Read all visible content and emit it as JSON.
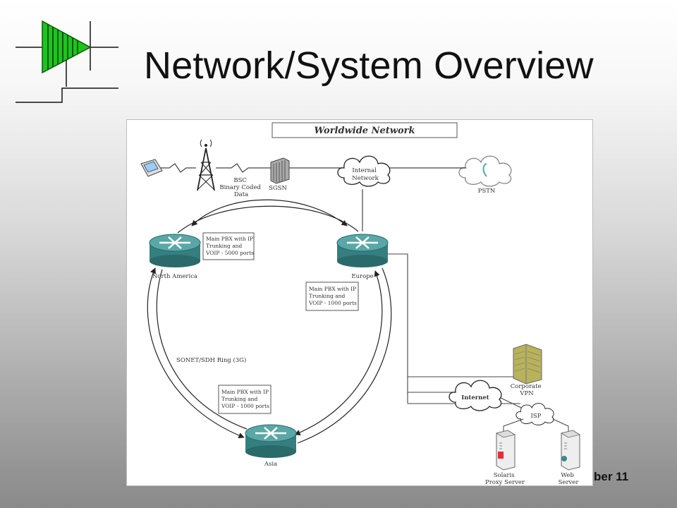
{
  "slide": {
    "title": "Network/System Overview",
    "footer_fragment": "ber 11"
  },
  "diagram": {
    "heading": "Worldwide Network",
    "nodes": {
      "bsc": [
        "BSC",
        "Binary Coded",
        "Data"
      ],
      "sgsn": "SGSN",
      "internal_network": [
        "Internal",
        "Network"
      ],
      "pstn": "PSTN",
      "north_america": "North America",
      "europe": "Europe",
      "asia": "Asia",
      "corporate_vpn": [
        "Corporate",
        "VPN"
      ],
      "internet": "Internet",
      "isp": "ISP",
      "solaris": [
        "Solaris",
        "Proxy Server"
      ],
      "web_server": [
        "Web",
        "Server"
      ]
    },
    "pbx_notes": {
      "north_america": [
        "Main PBX with IP",
        "Trunking and",
        "VOIP - 5000 ports"
      ],
      "europe": [
        "Main PBX with IP",
        "Trunking and",
        "VOIP - 1000 ports"
      ],
      "asia": [
        "Main PBX with IP",
        "Trunking and",
        "VOIP - 1000 ports"
      ]
    },
    "ring_label": "SONET/SDH Ring (3G)"
  },
  "colors": {
    "logo_green": "#1ec41e",
    "router_teal": "#3b8e8e",
    "building_olive": "#b8b25a",
    "line": "#555555"
  },
  "icons": [
    "mobile-phone-icon",
    "cell-tower-icon",
    "server-rack-icon",
    "cloud-icon",
    "router-icon",
    "building-icon",
    "server-icon"
  ]
}
